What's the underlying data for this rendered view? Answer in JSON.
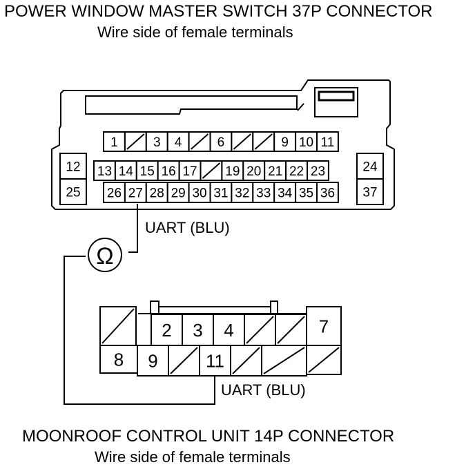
{
  "top_connector": {
    "title": "POWER WINDOW MASTER SWITCH 37P CONNECTOR",
    "subtitle": "Wire side of female terminals",
    "row1": [
      "1",
      "",
      "3",
      "4",
      "",
      "6",
      "",
      "",
      "9",
      "10",
      "11"
    ],
    "row2": [
      "13",
      "14",
      "15",
      "16",
      "17",
      "",
      "19",
      "20",
      "21",
      "22",
      "23"
    ],
    "row3": [
      "26",
      "27",
      "28",
      "29",
      "30",
      "31",
      "32",
      "33",
      "34",
      "35",
      "36"
    ],
    "left_pins": [
      "12",
      "25"
    ],
    "right_pins": [
      "24",
      "37"
    ],
    "wire_label": "UART (BLU)"
  },
  "meter_symbol": "Ω",
  "bottom_connector": {
    "title": "MOONROOF CONTROL UNIT 14P CONNECTOR",
    "subtitle": "Wire side of female terminals",
    "top_row": [
      "",
      "2",
      "3",
      "4",
      "",
      "",
      "7"
    ],
    "bottom_row": [
      "8",
      "9",
      "",
      "11",
      "",
      "",
      ""
    ],
    "wire_label": "UART (BLU)"
  }
}
